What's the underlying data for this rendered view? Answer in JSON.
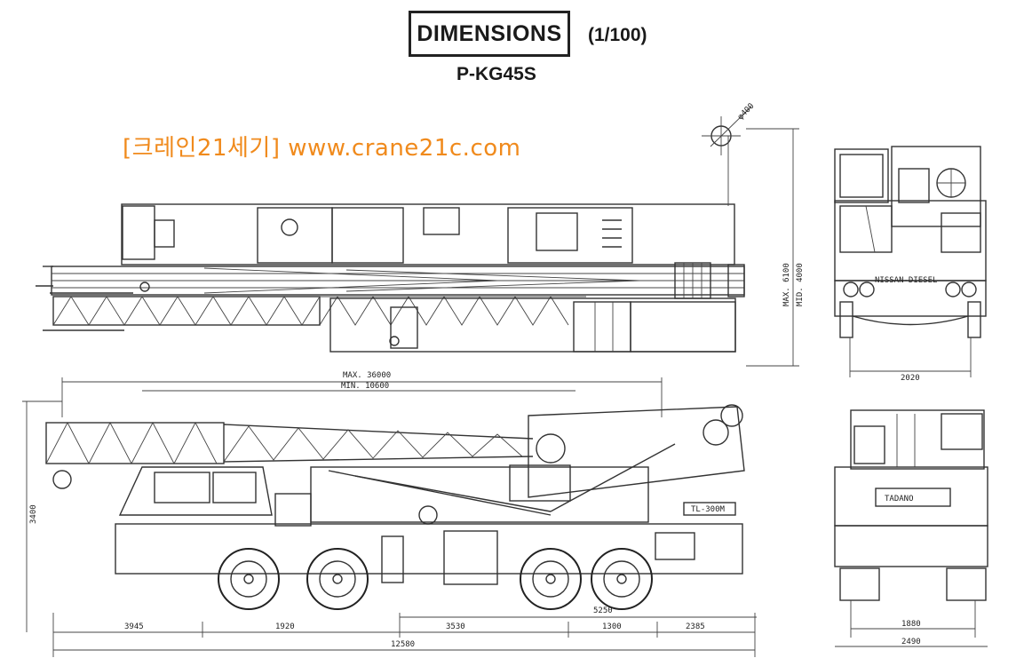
{
  "header": {
    "title": "DIMENSIONS",
    "scale": "(1/100)",
    "model": "P-KG45S"
  },
  "watermark": "[크레인21세기] www.crane21c.com",
  "labels": {
    "boom_dia": "φ400",
    "max_height": "MAX. 6100",
    "mid_height": "MID. 4000",
    "outrigger_max": "MAX. 36000",
    "outrigger_min": "MIN. 10600",
    "side_height": "3400",
    "boom_label": "TL-300M",
    "brand_rear": "TADANO",
    "brand_front": "NISSAN-DIESEL",
    "front_track": "2020",
    "rear_track": "1880",
    "rear_width": "2490",
    "overall_length": "12580",
    "span_3945": "3945",
    "span_1920": "1920",
    "span_3530": "3530",
    "span_1300": "1300",
    "span_2385": "2385",
    "span_5250": "5250"
  }
}
